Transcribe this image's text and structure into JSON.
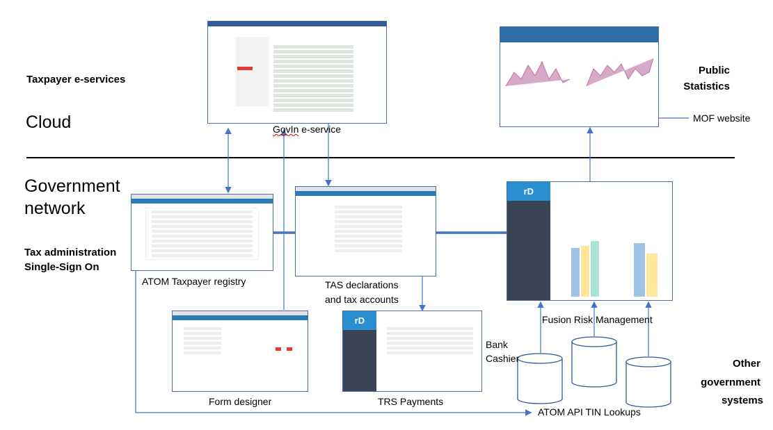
{
  "zones": {
    "cloud": "Cloud",
    "government_network_line1": "Government",
    "government_network_line2": "network"
  },
  "groups": {
    "taxpayer_eservices": "Taxpayer e-services",
    "sso_line1": "Tax administration",
    "sso_line2": "Single-Sign On",
    "public_stats_line1": "Public",
    "public_stats_line2": "Statistics",
    "other_gov_line1": "Other",
    "other_gov_line2": "government",
    "other_gov_line3": "systems"
  },
  "systems": {
    "govin": "GovIn e-service",
    "govin_word1": "GovIn",
    "govin_word2": " e-service",
    "mof": "MOF website",
    "atom_registry": "ATOM Taxpayer registry",
    "tas_line1": "TAS declarations",
    "tas_line2": "and tax accounts",
    "fusion": "Fusion Risk Management",
    "form_designer": "Form designer",
    "trs": "TRS Payments",
    "bank_line1": "Bank",
    "bank_line2": "Cashier",
    "atom_api": "ATOM API TIN Lookups"
  },
  "logos": {
    "rd": "rD"
  },
  "colors": {
    "connector": "#4472c4",
    "divider": "#000000",
    "app_bar": "#2a7ab8"
  }
}
